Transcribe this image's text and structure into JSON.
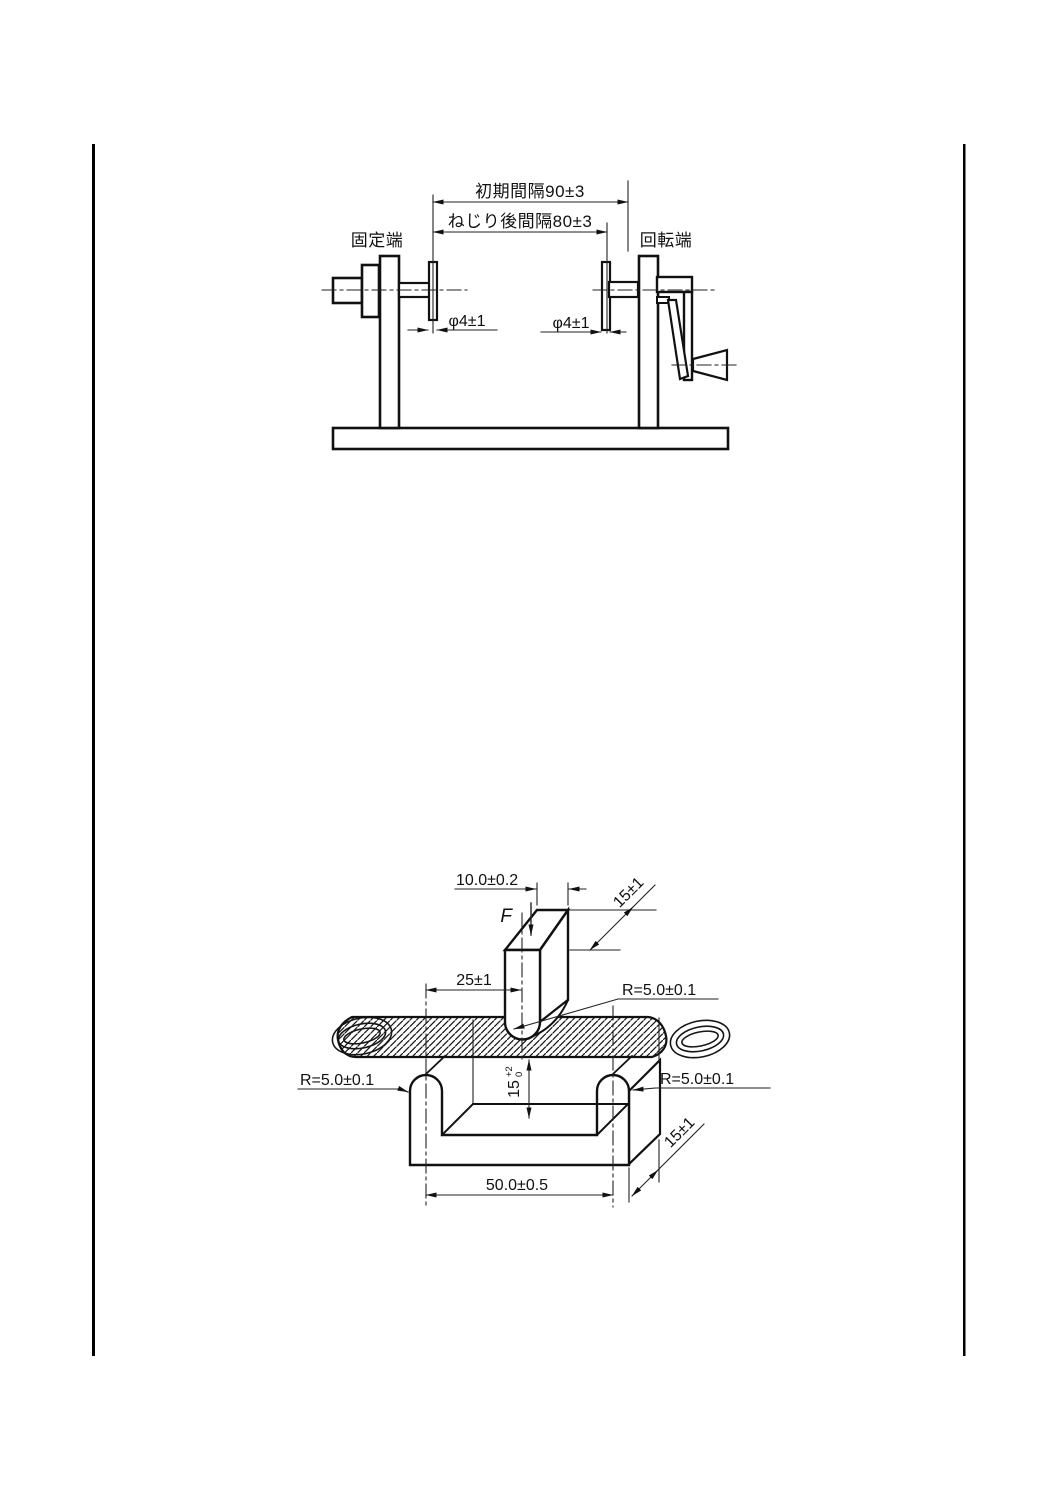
{
  "page": {
    "background": "#ffffff",
    "line_color": "#111111"
  },
  "torsion_figure": {
    "initial_gap_label": "初期間隔90±3",
    "post_twist_gap_label": "ねじり後間隔80±3",
    "fixed_end_label": "固定端",
    "rotating_end_label": "回転端",
    "wire_diameter_left_label": "φ4±1",
    "wire_diameter_right_label": "φ4±1"
  },
  "bend_figure": {
    "indenter_width_label": "10.0±0.2",
    "force_label": "F",
    "indenter_depth_label": "15±1",
    "indenter_offset_label": "25±1",
    "indenter_radius_label": "R=5.0±0.1",
    "left_support_radius_label": "R=5.0±0.1",
    "right_support_radius_label": "R=5.0±0.1",
    "groove_depth_value": "15",
    "groove_depth_tol_upper": "+2",
    "groove_depth_tol_lower": "0",
    "support_span_label": "50.0±0.5",
    "support_depth_label": "15±1"
  }
}
